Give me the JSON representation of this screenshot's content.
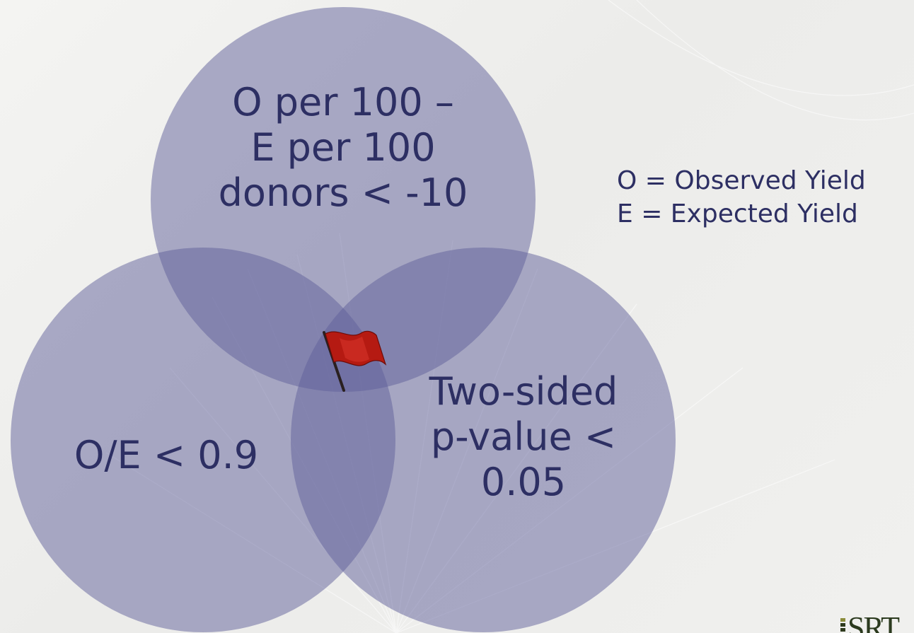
{
  "venn": {
    "circles": [
      {
        "id": "top",
        "lines": [
          "O per 100 –",
          "E per 100",
          "donors < -10"
        ]
      },
      {
        "id": "left",
        "lines": [
          "O/E < 0.9"
        ]
      },
      {
        "id": "right",
        "lines": [
          "Two-sided",
          "p-value <",
          "0.05"
        ]
      }
    ],
    "intersection_icon": "red-flag-icon"
  },
  "legend": {
    "lines": [
      "O = Observed Yield",
      "E = Expected Yield"
    ]
  },
  "logo": {
    "text": "SRT"
  },
  "colors": {
    "circle_fill": "#5f5f9a",
    "text": "#2d2f63",
    "flag": "#b51a12"
  }
}
